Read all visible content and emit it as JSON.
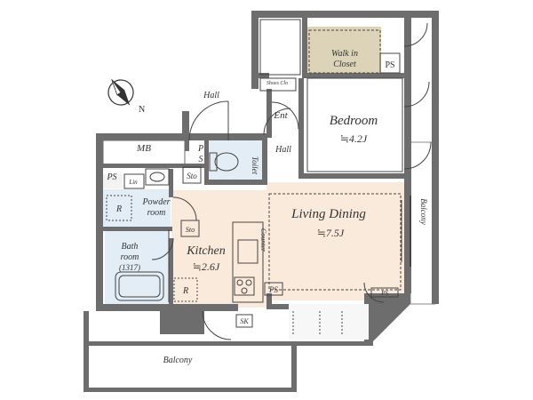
{
  "labels": {
    "walk_in_closet_1": "Walk in",
    "walk_in_closet_2": "Closet",
    "ps_top": "PS",
    "hall_top": "Hall",
    "shoes": "Shoes Clo",
    "ent": "Ent",
    "bedroom": "Bedroom",
    "bedroom_size": "≒4.2J",
    "mb": "MB",
    "ps_mid_1": "P",
    "ps_mid_2": "S",
    "toilet": "Toilet",
    "hall_mid": "Hall",
    "ps_left": "PS",
    "lin": "Lin",
    "sto_1": "Sto",
    "sto_2": "Sto",
    "r_powder": "R",
    "powder_1": "Powder",
    "powder_2": "room",
    "living": "Living Dining",
    "living_size": "≒7.5J",
    "balcony_right": "Balcony",
    "bath_1": "Bath",
    "bath_2": "room",
    "bath_3": "(1317)",
    "kitchen": "Kitchen",
    "kitchen_size": "≒2.6J",
    "counter": "Counter",
    "r_kitchen": "R",
    "ps_kitchen": "PS",
    "ps_small": "PS",
    "sk": "SK",
    "balcony_bottom": "Balcony",
    "compass_n": "N"
  },
  "colors": {
    "wall": "#6d6d6d",
    "living_floor": "#faeadc",
    "closet_floor": "#dcd3b8",
    "wet_floor": "#e2edf6",
    "outline": "#444444"
  }
}
